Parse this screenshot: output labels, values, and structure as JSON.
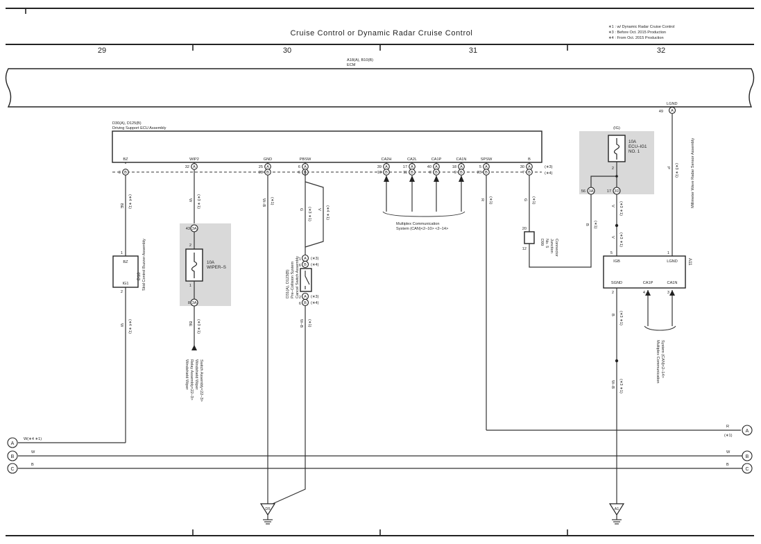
{
  "header": {
    "title": "Cruise Control or Dynamic Radar Cruise Control",
    "notes": [
      "∗1 : w/ Dynamic Radar Cruise Control",
      "∗3 : Before Oct.  2015 Production",
      "∗4 : From Oct.  2015 Production"
    ],
    "columns": [
      "29",
      "30",
      "31",
      "32"
    ]
  },
  "ecm": {
    "code": "A18(A), B10(B)",
    "name": "ECM",
    "lgnd_pin_name": "LGND",
    "lgnd_pin_no": "49",
    "lgnd_conn": "A"
  },
  "dsecu": {
    "code": "D30(A), D125(B)",
    "name": "Driving Support ECU Assembly",
    "pins": [
      {
        "name": "BZ",
        "top_no": "",
        "top_conn": "",
        "bot_no": "3",
        "bot_conn": "B"
      },
      {
        "name": "WIP2",
        "top_no": "32",
        "top_conn": "A",
        "bot_no": "",
        "bot_conn": ""
      },
      {
        "name": "GND",
        "top_no": "25",
        "top_conn": "A",
        "bot_no": "28",
        "bot_conn": "B"
      },
      {
        "name": "PBSW",
        "top_no": "6",
        "top_conn": "A",
        "bot_no": "6",
        "bot_conn": "B"
      },
      {
        "name": "CA2H",
        "top_no": "39",
        "top_conn": "A",
        "bot_no": "10",
        "bot_conn": "B"
      },
      {
        "name": "CA2L",
        "top_no": "17",
        "top_conn": "A",
        "bot_no": "11",
        "bot_conn": "B"
      },
      {
        "name": "CA1P",
        "top_no": "40",
        "top_conn": "A",
        "bot_no": "8",
        "bot_conn": "B"
      },
      {
        "name": "CA1N",
        "top_no": "18",
        "top_conn": "A",
        "bot_no": "9",
        "bot_conn": "B"
      },
      {
        "name": "SPSW",
        "top_no": "5",
        "top_conn": "A",
        "bot_no": "23",
        "bot_conn": "B"
      },
      {
        "name": "B",
        "top_no": "30",
        "top_conn": "A",
        "bot_no": "7",
        "bot_conn": "B"
      }
    ],
    "b_top_note": "(∗3)",
    "b_bot_note": "(∗4)"
  },
  "wires": {
    "bz_color": "BE",
    "bz_note": "(∗4 ∗1)",
    "wip_color": "W",
    "wip_note": "(∗3 ∗1)",
    "gnd_color": "W–B",
    "gnd_note": "(∗1)",
    "pbsw_g": "G",
    "pbsw_g_note": "(∗3 ∗1)",
    "pbsw_v": "V",
    "pbsw_v_note": "(∗4 ∗1)",
    "spsw_color": "R",
    "spsw_note": "(∗1)",
    "b_color": "G",
    "b_note": "(∗1)",
    "j_color": "B",
    "j_note": "(∗1)",
    "igb_v1": "V",
    "igb_v1_note": "(∗3 ∗1)",
    "igb_v2": "V",
    "igb_v2_note": "(∗3 ∗1)",
    "lgnd_color": "P",
    "lgnd_note": "(∗3 ∗1)",
    "sgnd_color": "B",
    "sgnd_note": "(∗3 ∗1)",
    "sgnd_color2": "W–B",
    "sgnd_note2": "(∗3 ∗1)",
    "bz_lower_color": "W",
    "bz_lower_note": "(∗4 ∗1)",
    "wiper_lower_color": "BE",
    "wiper_lower_note": "(∗3 ∗1)",
    "pcs_lower_color": "W–B",
    "pcs_lower_note": "(∗1)"
  },
  "mux": {
    "label1": "Multiplex Communication",
    "label2": "System (CAN)<2–10> <2–14>"
  },
  "mux2": {
    "label1": "Multiplex Communication",
    "label2": "System (CAN)<2–14>"
  },
  "buzzer": {
    "code": "D10",
    "name": "Skid Control Buzzer Assembly",
    "pin1": "1",
    "pin1_name": "BZ",
    "pin2": "2",
    "pin2_name": "IG1"
  },
  "wiper_fuse": {
    "rating": "10A",
    "name": "WIPER–S",
    "top_no": "43",
    "top_conn": "3A",
    "bot_no": "8",
    "bot_conn": "3A",
    "inner_top": "2",
    "inner_bot": "1"
  },
  "wiper_ref": {
    "line1": "Windshield Wiper",
    "line2": "Relay Assembly<22–3>",
    "line3": "Windshield Wiper",
    "line4": "Switch Assembly<22–3>"
  },
  "pcs": {
    "code": "D31(A), D123(B)",
    "name1": "Pre–Collision System",
    "name2": "Cancel Switch Assembly",
    "p1": "1",
    "p1c": "A",
    "p1n": "(∗3)",
    "p2": "6",
    "p2c": "B",
    "p2n": "(∗4)",
    "p3": "2",
    "p3c": "A",
    "p3n": "(∗3)",
    "p4": "6",
    "p4c": "B",
    "p4n": "(∗4)"
  },
  "ecu_fuse": {
    "ig": "(IG)",
    "rating": "10A",
    "name1": "ECU–IG1",
    "name2": "NO. 1",
    "pin": "2",
    "left_no": "56",
    "left_conn": "3A",
    "right_no": "17",
    "right_conn": "3D"
  },
  "junction": {
    "code": "D99",
    "name1": "No. 5",
    "name2": "Junction",
    "name3": "Connector",
    "top": "20",
    "bot": "12"
  },
  "radar": {
    "code": "A11",
    "name": "Millimeter Wave Radar Sensor Assembly",
    "pins": [
      {
        "no": "5",
        "name": "IGB"
      },
      {
        "no": "1",
        "name": "LGND"
      },
      {
        "no": "2",
        "name": "SGND"
      },
      {
        "no": "4",
        "name": "CA1P"
      },
      {
        "no": "3",
        "name": "CA1N"
      }
    ]
  },
  "buses": [
    {
      "id": "A",
      "left": "W(∗4 ∗1)",
      "right": "R",
      "right_note": "(∗1)"
    },
    {
      "id": "B",
      "left": "W",
      "right": "W",
      "right_note": ""
    },
    {
      "id": "C",
      "left": "B",
      "right": "B",
      "right_note": ""
    }
  ],
  "grounds": [
    "D5",
    "A1"
  ]
}
